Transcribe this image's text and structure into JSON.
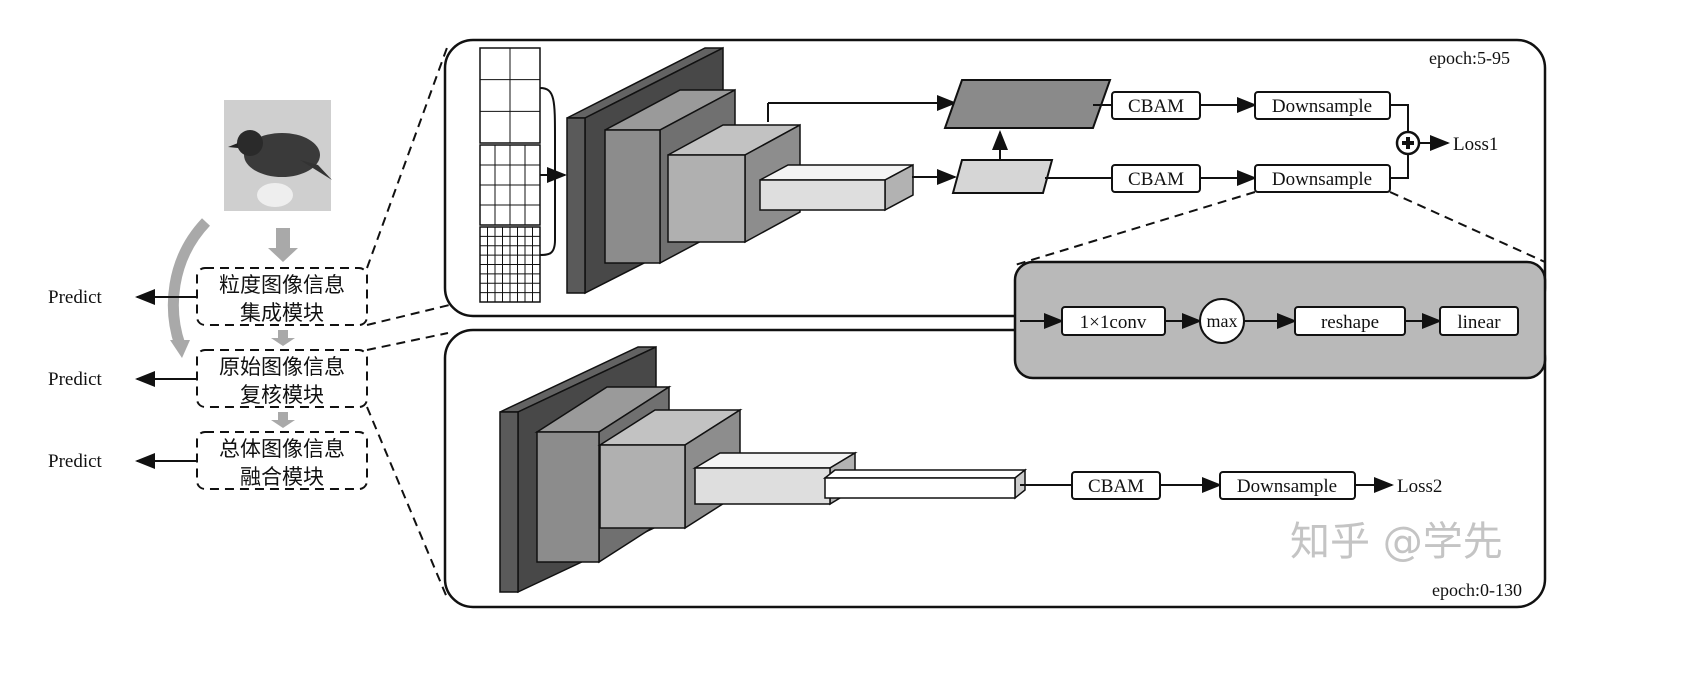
{
  "left": {
    "modules": [
      {
        "line1": "粒度图像信息",
        "line2": "集成模块",
        "predict": "Predict"
      },
      {
        "line1": "原始图像信息",
        "line2": "复核模块",
        "predict": "Predict"
      },
      {
        "line1": "总体图像信息",
        "line2": "融合模块",
        "predict": "Predict"
      }
    ]
  },
  "top_panel": {
    "epoch": "epoch:5-95",
    "cbam_1": "CBAM",
    "cbam_2": "CBAM",
    "downsample_1": "Downsample",
    "downsample_2": "Downsample",
    "loss": "Loss1",
    "sum_icon": "plus-circle-icon"
  },
  "detail_panel": {
    "steps": [
      "1×1conv",
      "max",
      "reshape",
      "linear"
    ]
  },
  "bottom_panel": {
    "epoch": "epoch:0-130",
    "cbam": "CBAM",
    "downsample": "Downsample",
    "loss": "Loss2"
  },
  "watermark": "知乎 @学先",
  "colors": {
    "panel_gray": "#b9b9b9",
    "dark_block": "#5a5a5a",
    "arrow_gray": "#a9a9a9"
  }
}
